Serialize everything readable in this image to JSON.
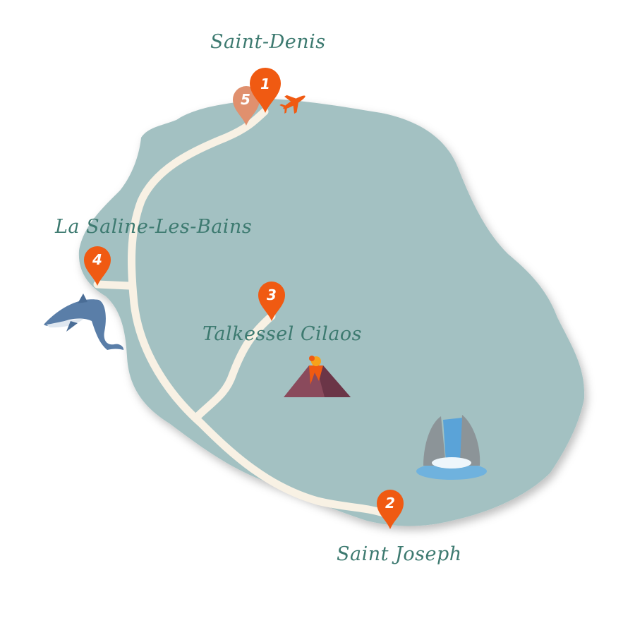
{
  "places": [
    {
      "name": "Saint-Denis",
      "stop": "1"
    },
    {
      "name": "Saint Joseph",
      "stop": "2"
    },
    {
      "name": "Talkessel Cilaos",
      "stop": "3"
    },
    {
      "name": "La Saline-Les-Bains",
      "stop": "4"
    },
    {
      "stop": "5"
    }
  ],
  "colors": {
    "island": "#a3c1c2",
    "road": "#f8f1e4",
    "pin": "#f05a12",
    "pin_return": "#e0906e",
    "label": "#3d7a70"
  },
  "icons": [
    "airplane-icon",
    "dolphin-icon",
    "volcano-icon",
    "waterfall-icon"
  ]
}
